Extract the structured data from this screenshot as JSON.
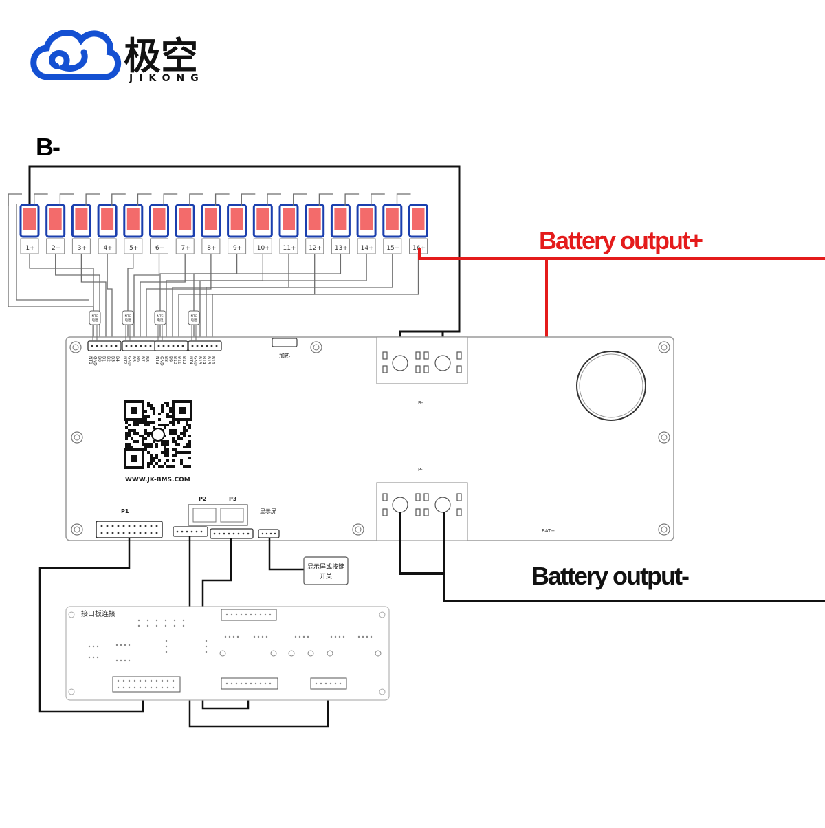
{
  "logo": {
    "brand_cn": "极空",
    "brand_en": "JIKONG"
  },
  "labels": {
    "b_minus": "B-",
    "battery_output_plus": "Battery output+",
    "battery_output_minus": "Battery output-",
    "website": "WWW.JK-BMS.COM",
    "heater": "加热",
    "p1": "P1",
    "p2": "P2",
    "p3": "P3",
    "display": "显示屏",
    "switch_box_line1": "显示屏或按键",
    "switch_box_line2": "开关",
    "interface_board": "接口板连接",
    "terminal_b": "B-",
    "terminal_p": "P-",
    "bat_plus": "BAT+",
    "ntc": "NTC",
    "ntc_sub": "电阻"
  },
  "cells": [
    "1+",
    "2+",
    "3+",
    "4+",
    "5+",
    "6+",
    "7+",
    "8+",
    "9+",
    "10+",
    "11+",
    "12+",
    "13+",
    "14+",
    "15+",
    "16+"
  ],
  "pin_groups": [
    [
      "NT1",
      "GND",
      "B0",
      "B1",
      "B2",
      "B3",
      "B4"
    ],
    [
      "NT2",
      "GND",
      "B5",
      "B6",
      "B7",
      "B8"
    ],
    [
      "NT3",
      "GND",
      "B8",
      "B9",
      "B10",
      "B11",
      "B12"
    ],
    [
      "NT4",
      "GND",
      "B13",
      "B14",
      "B15",
      "B16"
    ]
  ],
  "colors": {
    "positive_wire": "#e41b1b",
    "negative_wire": "#111111",
    "cell_fill": "#f36b6b",
    "cell_outline": "#1b3fae",
    "logo_blue": "#1450d2"
  }
}
